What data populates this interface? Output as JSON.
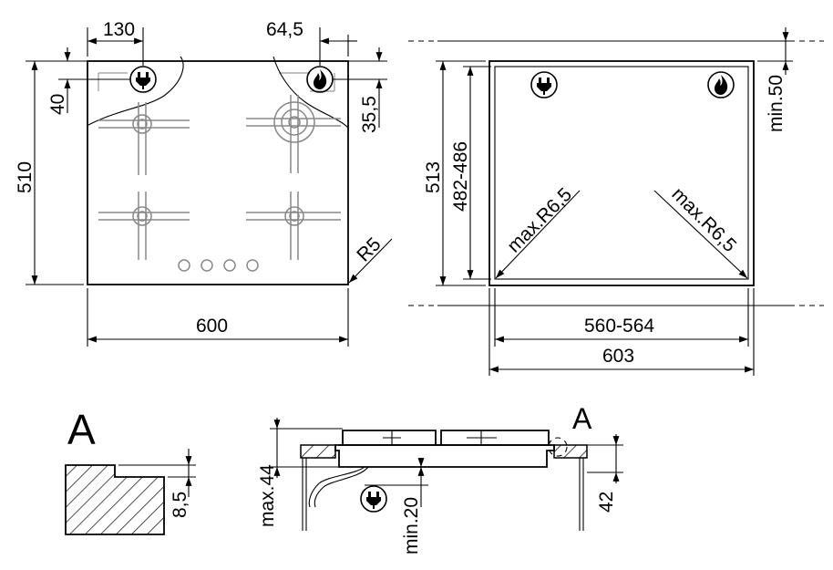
{
  "hob_top_view": {
    "dim_width": "600",
    "dim_depth": "510",
    "dim_plug_x": "130",
    "dim_plug_y": "40",
    "dim_gas_x": "64,5",
    "dim_gas_y": "35,5",
    "dim_radius": "R5",
    "plug_icon": "electric-plug-icon",
    "gas_icon": "gas-flame-icon"
  },
  "cutout_view": {
    "dim_inner_width": "560-564",
    "dim_outer_width": "603",
    "dim_outer_depth": "513",
    "dim_inner_depth": "482-486",
    "dim_min_top": "min.50",
    "radius_left": "max.R6,5",
    "radius_right": "max.R6,5",
    "plug_icon": "electric-plug-icon",
    "gas_icon": "gas-flame-icon"
  },
  "detail_a": {
    "label": "A",
    "dim_step": "8,5"
  },
  "section_view": {
    "label": "A",
    "dim_max_height": "max.44",
    "dim_min_clearance": "min.20",
    "dim_thickness": "42",
    "plug_icon": "electric-plug-icon"
  }
}
